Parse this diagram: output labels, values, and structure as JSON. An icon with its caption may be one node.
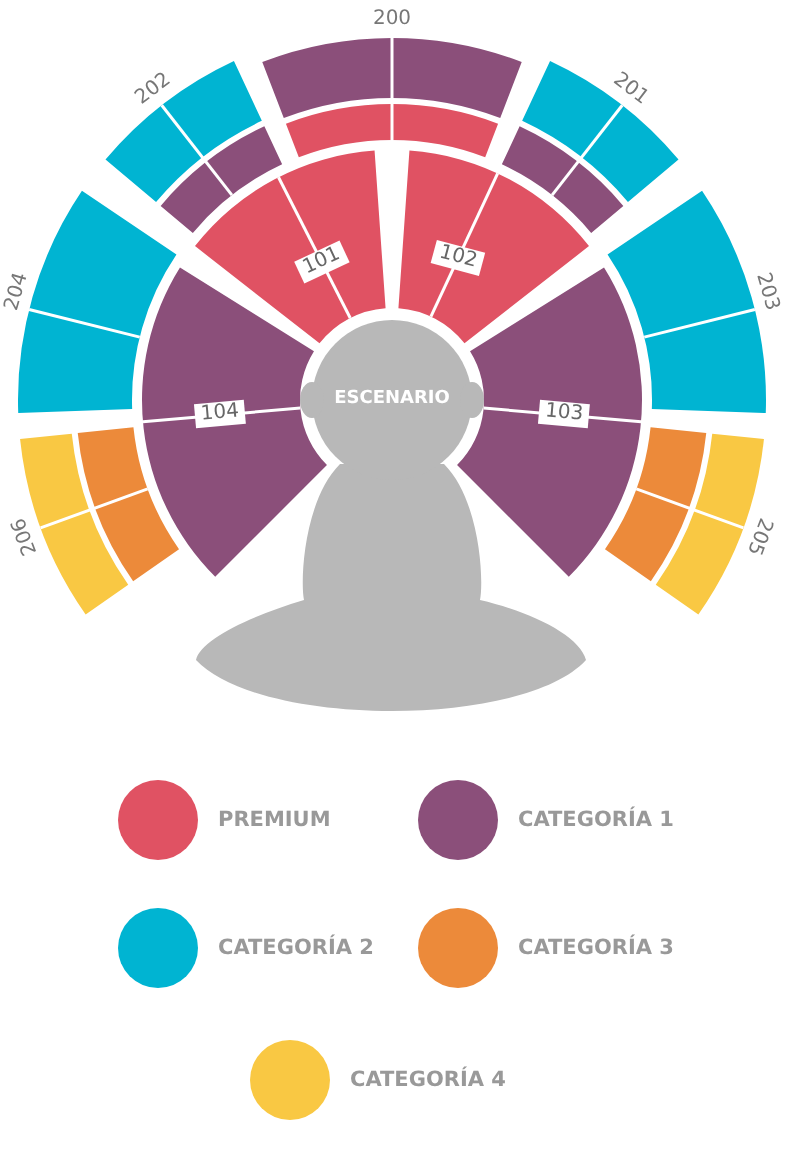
{
  "diagram": {
    "nodes": [
      {
        "text": [
          "200"
        ]
      },
      {
        "text": [
          "202"
        ]
      },
      {
        "text": [
          "201"
        ]
      },
      {
        "text": [
          "101"
        ]
      },
      {
        "text": [
          "102"
        ]
      },
      {
        "text": [
          "204"
        ]
      },
      {
        "text": [
          "203"
        ]
      },
      {
        "text": [
          "ESCENARIO"
        ]
      },
      {
        "text": [
          "104"
        ]
      },
      {
        "text": [
          "103"
        ]
      },
      {
        "text": [
          "206"
        ]
      },
      {
        "text": [
          "205"
        ]
      }
    ],
    "legend": [
      {
        "text": "PREMIUM",
        "color": "#e05263"
      },
      {
        "text": "CATEGORÍA 1",
        "color": "#8b4f7a"
      },
      {
        "text": "CATEGORÍA 2",
        "color": "#00b4d2"
      },
      {
        "text": "CATEGORÍA 3",
        "color": "#ec8a3a"
      },
      {
        "text": "CATEGORÍA 4",
        "color": "#f9c843"
      }
    ]
  }
}
